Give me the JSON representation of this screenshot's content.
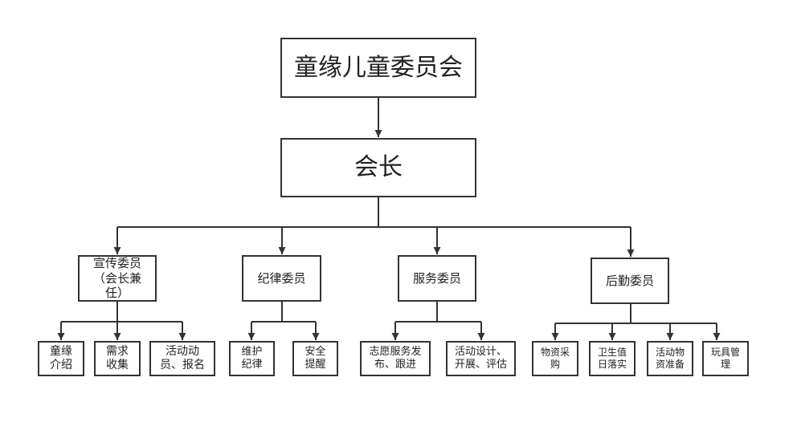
{
  "diagram": {
    "root": "童缘儿童委员会",
    "president": "会长",
    "committees": {
      "publicity": "宣传委员\n（会长兼\n任）",
      "discipline": "纪律委员",
      "service": "服务委员",
      "logistics": "后勤委员"
    },
    "tasks": {
      "publicity": [
        "童缘\n介绍",
        "需求\n收集",
        "活动动\n员、报名"
      ],
      "discipline": [
        "维护\n纪律",
        "安全\n提醒"
      ],
      "service": [
        "志愿服务发\n布、跟进",
        "活动设计、\n开展、评估"
      ],
      "logistics": [
        "物资采\n购",
        "卫生值\n日落实",
        "活动物\n资准备",
        "玩具管\n理"
      ]
    }
  },
  "colors": {
    "line": "#333333",
    "border": "#333333",
    "text": "#222222",
    "background": "#ffffff"
  }
}
